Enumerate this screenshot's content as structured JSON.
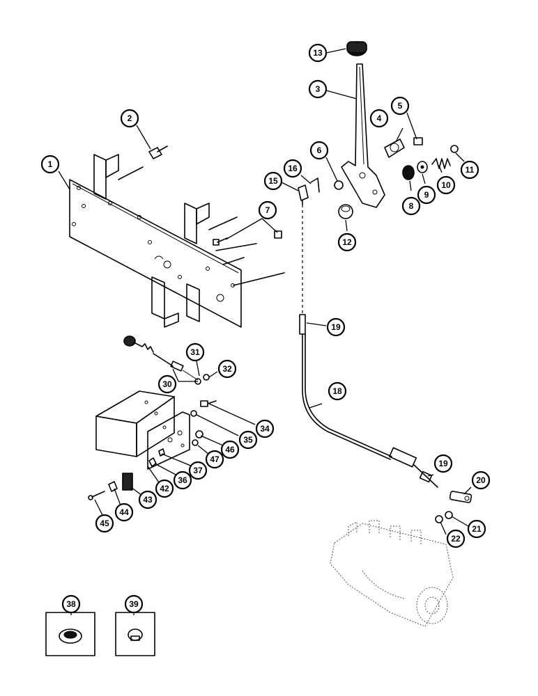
{
  "callouts": [
    "1",
    "2",
    "3",
    "4",
    "5",
    "6",
    "7",
    "8",
    "9",
    "10",
    "11",
    "12",
    "13",
    "15",
    "16",
    "18",
    "19",
    "19",
    "20",
    "21",
    "22",
    "30",
    "31",
    "32",
    "34",
    "35",
    "36",
    "37",
    "38",
    "39",
    "42",
    "43",
    "44",
    "45",
    "46",
    "47"
  ]
}
